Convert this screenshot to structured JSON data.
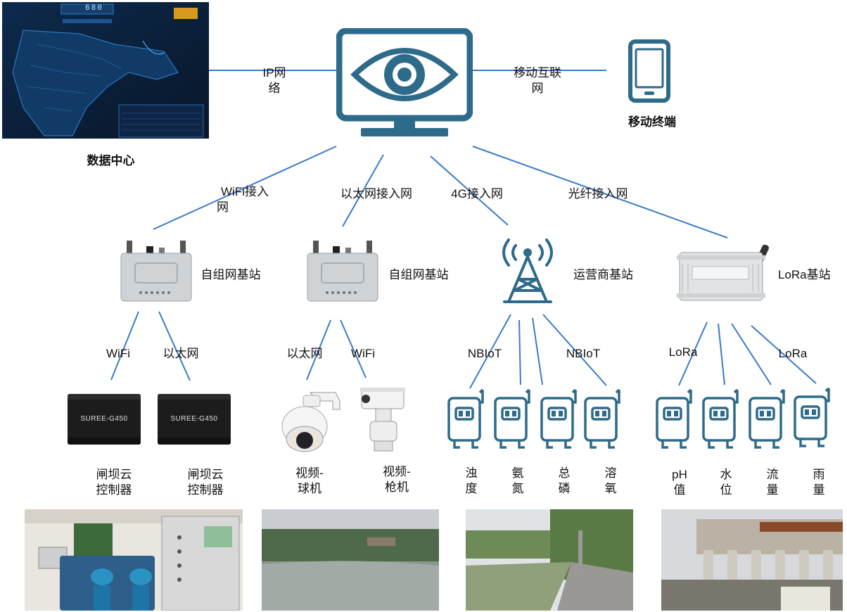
{
  "top": {
    "data_center_label": "数据中心",
    "mobile_terminal_label": "移动终端",
    "ip_network_label": [
      "IP网",
      "络"
    ],
    "mobile_internet_label": [
      "移动互联",
      "网"
    ],
    "dashboard_number": "680"
  },
  "access_networks": [
    {
      "label": [
        "WiFi接入",
        "网"
      ]
    },
    {
      "label": [
        "以太网接入网"
      ]
    },
    {
      "label": [
        "4G接入网"
      ]
    },
    {
      "label": [
        "光纤接入网"
      ]
    }
  ],
  "stations": [
    {
      "label": "自组网基站",
      "icon": "router-gateway-icon"
    },
    {
      "label": "自组网基站",
      "icon": "router-gateway-icon"
    },
    {
      "label": "运营商基站",
      "icon": "cell-tower-icon"
    },
    {
      "label": "LoRa基站",
      "icon": "lora-gateway-icon"
    }
  ],
  "links": {
    "g1_left": "WiFi",
    "g1_right": "以太网",
    "g2_left": "以太网",
    "g2_right": "WiFi",
    "g3_left": "NBIoT",
    "g3_right": "NBIoT",
    "g4_left": "LoRa",
    "g4_right": "LoRa"
  },
  "devices": {
    "controller_model": "SUREE-G450",
    "controller_1": [
      "闸坝云",
      "控制器"
    ],
    "controller_2": [
      "闸坝云",
      "控制器"
    ],
    "camera_dome": [
      "视频-",
      "球机"
    ],
    "camera_bullet": [
      "视频-",
      "枪机"
    ],
    "sensors": [
      [
        "浊",
        "度"
      ],
      [
        "氨",
        "氮"
      ],
      [
        "总",
        "磷"
      ],
      [
        "溶",
        "氧"
      ],
      [
        "pH",
        "值"
      ],
      [
        "水",
        "位"
      ],
      [
        "流",
        "量"
      ],
      [
        "雨",
        "量"
      ]
    ]
  },
  "colors": {
    "icon_blue": "#2e6b8a",
    "line_blue": "#3a7bc8",
    "dashboard_bg": "#0b1f3a"
  }
}
